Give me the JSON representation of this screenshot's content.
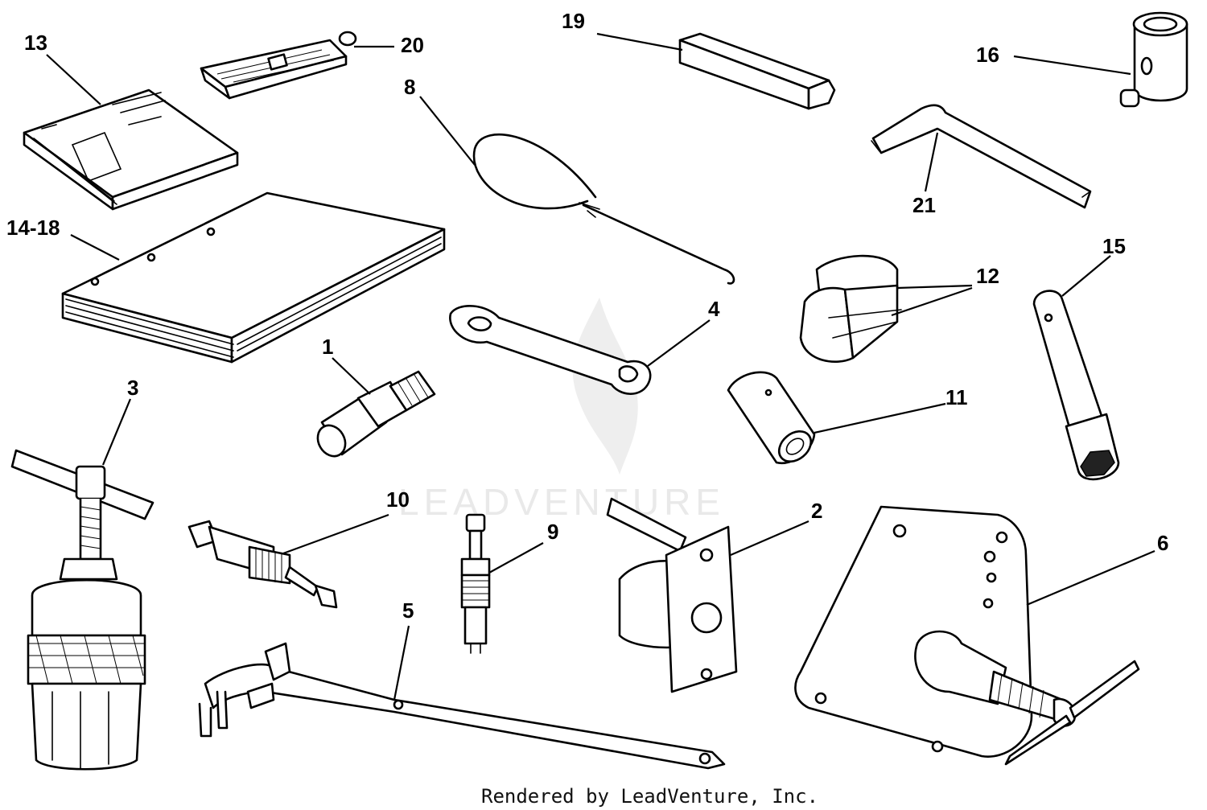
{
  "watermark": {
    "text": "LEADVENTURE"
  },
  "footer": {
    "credit": "Rendered by LeadVenture, Inc."
  },
  "callouts": {
    "c13": "13",
    "c20": "20",
    "c19": "19",
    "c16": "16",
    "c8": "8",
    "c21": "21",
    "c14_18": "14-18",
    "c12": "12",
    "c15": "15",
    "c4": "4",
    "c1": "1",
    "c11": "11",
    "c3": "3",
    "c10": "10",
    "c2": "2",
    "c9": "9",
    "c6": "6",
    "c5": "5"
  }
}
